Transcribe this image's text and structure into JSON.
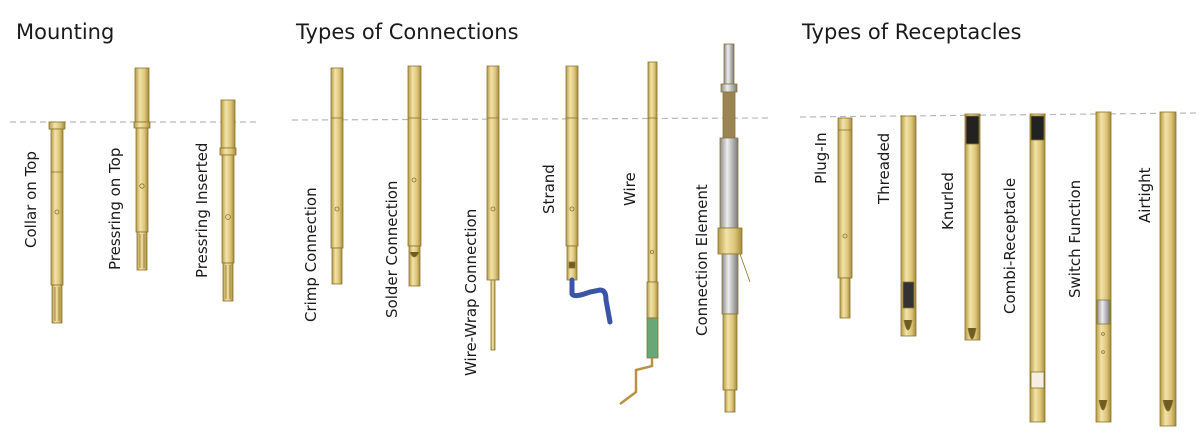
{
  "sections": [
    {
      "title": "Mounting",
      "items": [
        "Collar on Top",
        "Pressring on Top",
        "Pressring Inserted"
      ]
    },
    {
      "title": "Types of Connections",
      "items": [
        "Crimp Connection",
        "Solder Connection",
        "Wire-Wrap Connection",
        "Strand",
        "Wire",
        "Connection Element"
      ]
    },
    {
      "title": "Types of Receptacles",
      "items": [
        "Plug-In",
        "Threaded",
        "Knurled",
        "Combi-Receptacle",
        "Switch Function",
        "Airtight"
      ]
    }
  ],
  "colors": {
    "pin_body": "#e3cf8a",
    "pin_edge": "#a08a3c",
    "dashed_line": "#b8b8c0",
    "strand_wire": "#3a55a8",
    "wire_green": "#5aa06a",
    "wire_copper": "#c88a4a",
    "dark_tip": "#222222"
  }
}
